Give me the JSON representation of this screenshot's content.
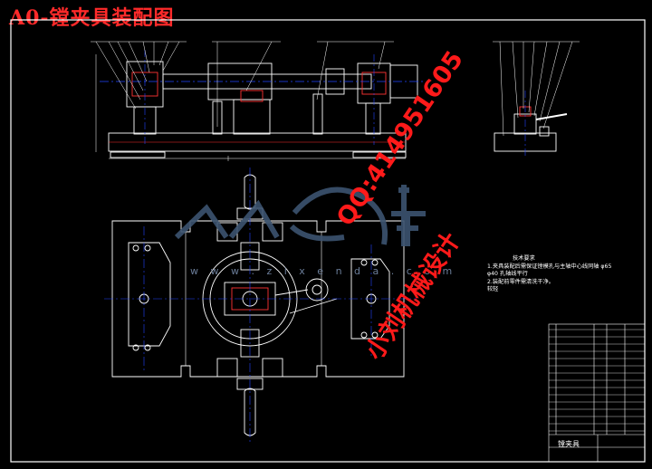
{
  "drawing": {
    "title": "A0-镗夹具装配图",
    "watermark_qq": "QQ:414951605",
    "watermark_name": "小刘机械设计",
    "watermark_url": "w w w . z i x e n d a . c o m",
    "title_block_name": "镗夹具",
    "tech_requirements": {
      "heading": "技术要求",
      "line1": "1.夹具装配后需保证镗模孔与主轴中心线同轴 φ65",
      "line2": "φ40 孔轴线平行",
      "line3": "2.装配前零件需清洗干净。",
      "line4": "较轻"
    }
  },
  "colors": {
    "background": "#000000",
    "outline": "#ffffff",
    "centerline": "#2244ff",
    "hatch": "#ff3333",
    "watermark": "#ff1a1a",
    "logo": "#3c5470"
  }
}
